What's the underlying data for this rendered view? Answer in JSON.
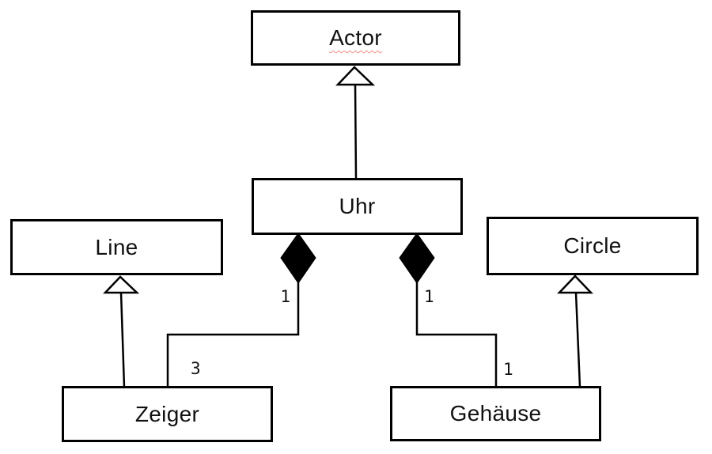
{
  "diagram": {
    "kind": "uml-class-diagram",
    "classes": [
      {
        "id": "actor",
        "label": "Actor",
        "spellcheck_underline": true
      },
      {
        "id": "uhr",
        "label": "Uhr",
        "spellcheck_underline": false
      },
      {
        "id": "line",
        "label": "Line",
        "spellcheck_underline": false
      },
      {
        "id": "circle",
        "label": "Circle",
        "spellcheck_underline": false
      },
      {
        "id": "zeiger",
        "label": "Zeiger",
        "spellcheck_underline": false
      },
      {
        "id": "gehaeuse",
        "label": "Gehäuse",
        "spellcheck_underline": false
      }
    ],
    "relations": [
      {
        "type": "generalization",
        "from": "Uhr",
        "to": "Actor"
      },
      {
        "type": "generalization",
        "from": "Zeiger",
        "to": "Line"
      },
      {
        "type": "generalization",
        "from": "Gehäuse",
        "to": "Circle"
      },
      {
        "type": "composition",
        "whole": "Uhr",
        "part": "Zeiger",
        "whole_multiplicity": "1",
        "part_multiplicity": "3"
      },
      {
        "type": "composition",
        "whole": "Uhr",
        "part": "Gehäuse",
        "whole_multiplicity": "1",
        "part_multiplicity": "1"
      }
    ]
  },
  "colors": {
    "stroke": "#000000",
    "shape_fill": "#ffffff",
    "diamond_fill": "#000000",
    "background": "#ffffff",
    "spellcheck_underline": "#ef8a80"
  }
}
